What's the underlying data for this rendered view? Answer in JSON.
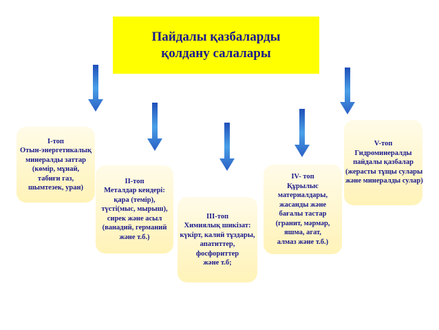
{
  "title": {
    "line1": "Пайдалы қазбаларды",
    "line2": "қолдану салалары"
  },
  "colors": {
    "title_bg": "#ffff00",
    "text": "#1a1a8c",
    "box_bg": "#fff7cc",
    "arrow": "#3a7bd5"
  },
  "groups": [
    {
      "heading": "I-топ",
      "lines": [
        "Отын-энергетикалық",
        "минералды заттар",
        "(көмір, мұнай,",
        "табиғи газ,",
        "шымтезек, уран)"
      ]
    },
    {
      "heading": "II-топ",
      "lines": [
        "Металдар кендері:",
        "қара (темір),",
        "түсті(мыс, мырыш),",
        "сирек және асыл",
        "(ванадий, германий",
        "және т.б.)"
      ]
    },
    {
      "heading": "III-топ",
      "lines": [
        "Химиялық шикізат:",
        "күкірт, калий тұздары,",
        "апатиттер,",
        "фосфориттер",
        "және т.б;"
      ]
    },
    {
      "heading": "IV- топ",
      "lines": [
        "Құрылыс",
        "материалдары,",
        "жасанды және",
        "бағалы тастар",
        "(гранит, мәрмәр,",
        "яшма, агат,",
        "алмаз және т.б.)"
      ]
    },
    {
      "heading": "V-топ",
      "lines": [
        "Гидроминералды",
        "пайдалы қазбалар",
        "(жерасты тұщы сулары",
        "және минералды сулар)"
      ]
    }
  ]
}
